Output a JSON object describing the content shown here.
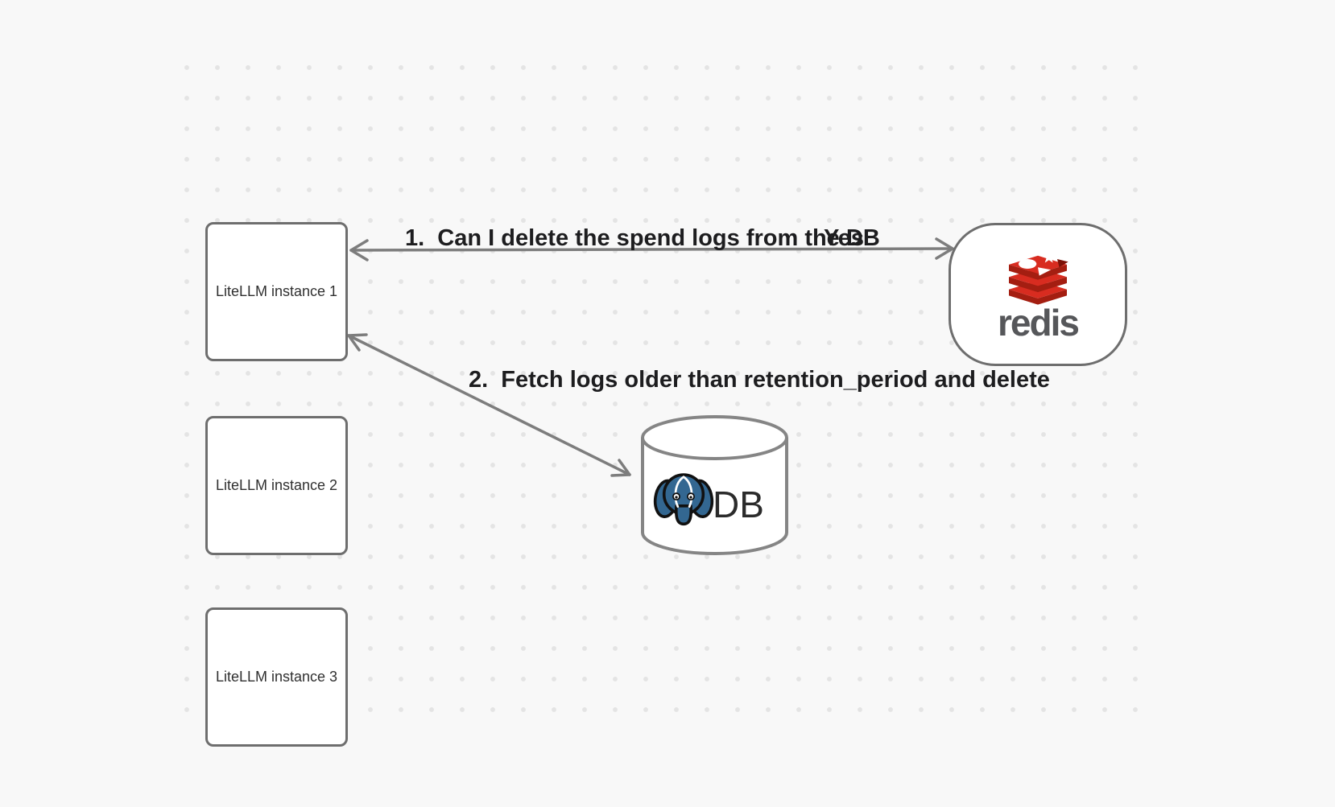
{
  "canvas": {
    "background_color": "#f8f8f8",
    "dot_color": "#e4e4e4"
  },
  "diagram": {
    "instances": [
      {
        "label": "LiteLLM instance 1"
      },
      {
        "label": "LiteLLM instance 2"
      },
      {
        "label": "LiteLLM instance 3"
      }
    ],
    "redis": {
      "wordmark": "redis",
      "logo_icon": "redis-stack-logo",
      "logo_red": "#d82c20",
      "logo_dark_red": "#a41e11",
      "wordmark_color": "#56575a"
    },
    "db": {
      "label": "DB",
      "logo_icon": "postgresql-elephant",
      "elephant_blue": "#336791"
    },
    "arrows": [
      {
        "label": "1.  Can I delete the spend logs from the DB",
        "response": "Yes",
        "from": "redis",
        "to": "LiteLLM instance 1",
        "style": "double-headed"
      },
      {
        "label": "2.  Fetch logs older than retention_period and delete",
        "from": "LiteLLM instance 1",
        "to": "DB",
        "style": "double-headed"
      }
    ],
    "stroke_colors": {
      "node_border": "#6e6e6e",
      "arrow": "#7d7d7d",
      "cylinder": "#858585"
    }
  }
}
